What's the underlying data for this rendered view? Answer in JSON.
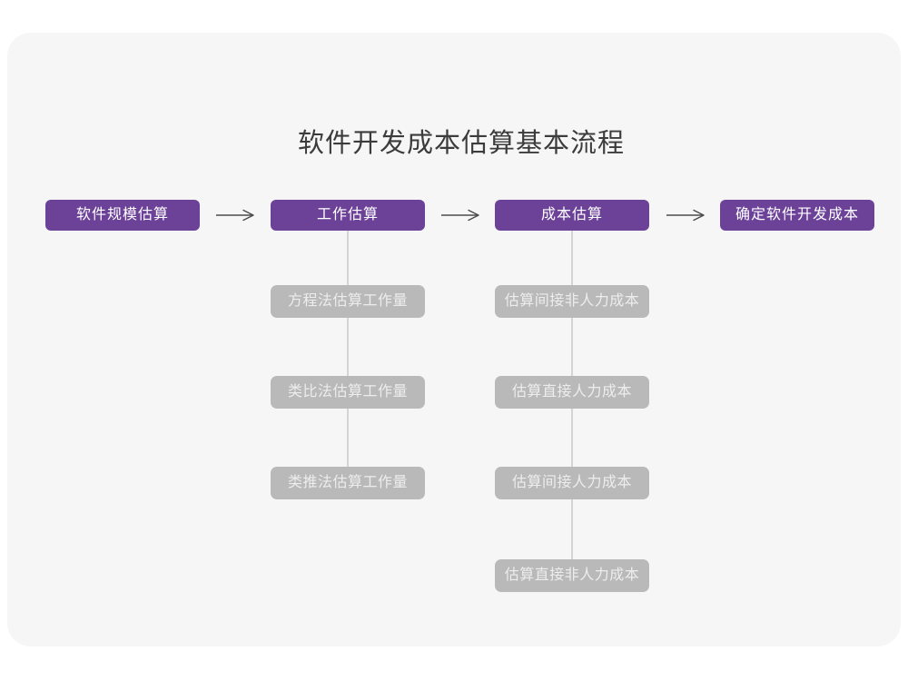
{
  "title": "软件开发成本估算基本流程",
  "flow": {
    "stages": [
      {
        "label": "软件规模估算"
      },
      {
        "label": "工作估算"
      },
      {
        "label": "成本估算"
      },
      {
        "label": "确定软件开发成本"
      }
    ],
    "work_sub_items": [
      {
        "label": "方程法估算工作量"
      },
      {
        "label": "类比法估算工作量"
      },
      {
        "label": "类推法估算工作量"
      }
    ],
    "cost_sub_items": [
      {
        "label": "估算间接非人力成本"
      },
      {
        "label": "估算直接人力成本"
      },
      {
        "label": "估算间接人力成本"
      },
      {
        "label": "估算直接非人力成本"
      }
    ]
  },
  "colors": {
    "accent_purple": "#6C4299",
    "sub_gray": "#b9b9b9",
    "sub_text": "#ededed",
    "line_gray": "#d4d4d4",
    "arrow_gray": "#4b4b4b",
    "card_bg": "#f6f6f7",
    "title_color": "#3c3c3c"
  }
}
